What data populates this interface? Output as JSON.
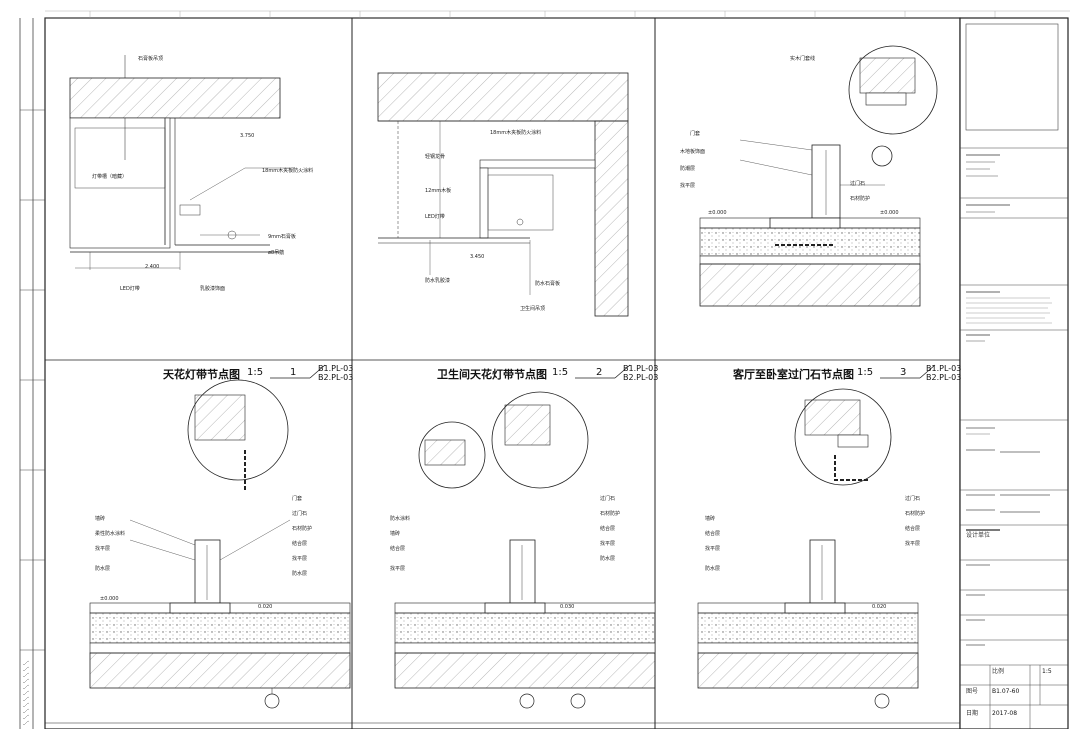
{
  "details": [
    {
      "title": "天花灯带节点图",
      "scale": "1:5",
      "number": "1",
      "ref": [
        "B1.PL-03",
        "B2.PL-03"
      ]
    },
    {
      "title": "卫生间天花灯带节点图",
      "scale": "1:5",
      "number": "2",
      "ref": [
        "B1.PL-03",
        "B2.PL-03"
      ]
    },
    {
      "title": "客厅至卧室过门石节点图",
      "scale": "1:5",
      "number": "3",
      "ref": [
        "B1.PL-03",
        "B2.PL-03"
      ]
    }
  ],
  "dimensions": {
    "d1_level": "3.750",
    "d1_width": "2.400",
    "d2_width": "3.450",
    "d3_level_a": "±0.000",
    "d3_level_b": "±0.000",
    "b1_level_a": "±0.000",
    "b1_level_b": "0.020",
    "b2_level": "0.030",
    "b3_level": "0.020"
  },
  "title_block": {
    "label_design": "设计单位",
    "label_scale": "比例",
    "label_drawing_no": "图号",
    "label_date": "日期",
    "scale_value": "1:5",
    "drawing_no": "B1.07-60",
    "date": "2017-08"
  }
}
